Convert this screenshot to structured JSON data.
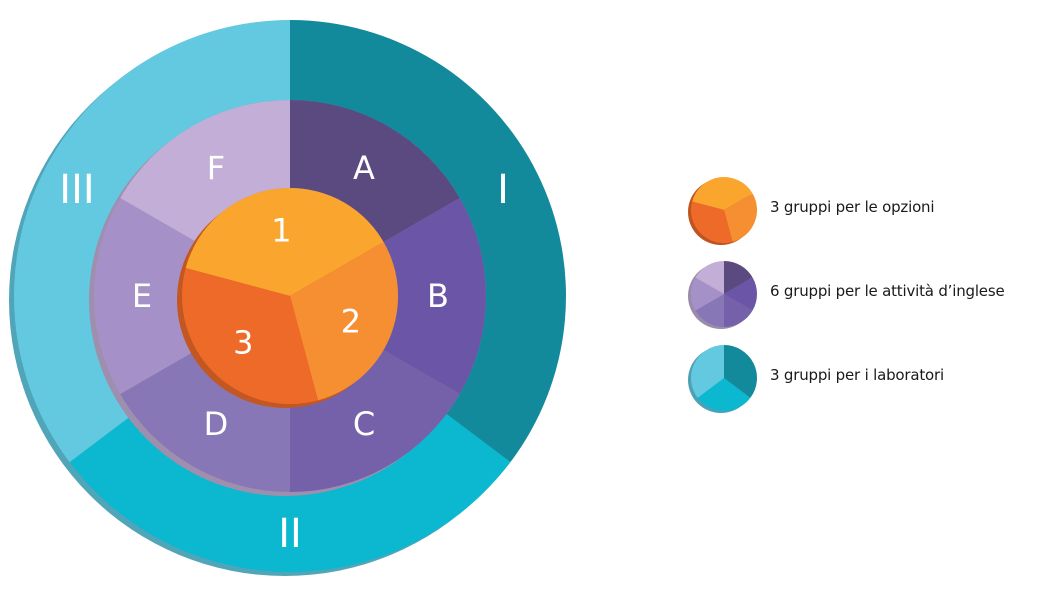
{
  "diagram": {
    "outer_ring": {
      "segments": [
        {
          "label": "I",
          "color": "#138a9c",
          "start_deg": 0,
          "end_deg": 127
        },
        {
          "label": "II",
          "color": "#0bb8d0",
          "start_deg": 127,
          "end_deg": 233
        },
        {
          "label": "III",
          "color": "#62c9e1",
          "start_deg": 233,
          "end_deg": 360
        }
      ]
    },
    "middle_ring": {
      "segments": [
        {
          "label": "A",
          "color": "#5b4a80",
          "start_deg": 0,
          "end_deg": 60
        },
        {
          "label": "B",
          "color": "#6b55a6",
          "start_deg": 60,
          "end_deg": 120
        },
        {
          "label": "C",
          "color": "#7560aa",
          "start_deg": 120,
          "end_deg": 180
        },
        {
          "label": "D",
          "color": "#8877b6",
          "start_deg": 180,
          "end_deg": 240
        },
        {
          "label": "E",
          "color": "#a591c8",
          "start_deg": 240,
          "end_deg": 300
        },
        {
          "label": "F",
          "color": "#c2aed6",
          "start_deg": 300,
          "end_deg": 360
        }
      ]
    },
    "inner_circle": {
      "segments": [
        {
          "label": "1",
          "color": "#faa52e",
          "start_deg": -75,
          "end_deg": 60
        },
        {
          "label": "2",
          "color": "#f68e32",
          "start_deg": 60,
          "end_deg": 165
        },
        {
          "label": "3",
          "color": "#ee6a28",
          "start_deg": 165,
          "end_deg": 285
        }
      ]
    }
  },
  "legend": {
    "items": [
      {
        "label": "3 gruppi per le opzioni",
        "colors": [
          "#faa52e",
          "#f68e32",
          "#ee6a28"
        ],
        "segments": [
          [
            -75,
            60
          ],
          [
            60,
            165
          ],
          [
            165,
            285
          ]
        ]
      },
      {
        "label": "6 gruppi per le attività d’inglese",
        "colors": [
          "#5b4a80",
          "#6b55a6",
          "#7560aa",
          "#8877b6",
          "#a591c8",
          "#c2aed6"
        ],
        "segments": [
          [
            0,
            60
          ],
          [
            60,
            120
          ],
          [
            120,
            180
          ],
          [
            180,
            240
          ],
          [
            240,
            300
          ],
          [
            300,
            360
          ]
        ]
      },
      {
        "label": "3 gruppi per i laboratori",
        "colors": [
          "#138a9c",
          "#0bb8d0",
          "#62c9e1"
        ],
        "segments": [
          [
            0,
            127
          ],
          [
            127,
            233
          ],
          [
            233,
            360
          ]
        ]
      }
    ]
  }
}
